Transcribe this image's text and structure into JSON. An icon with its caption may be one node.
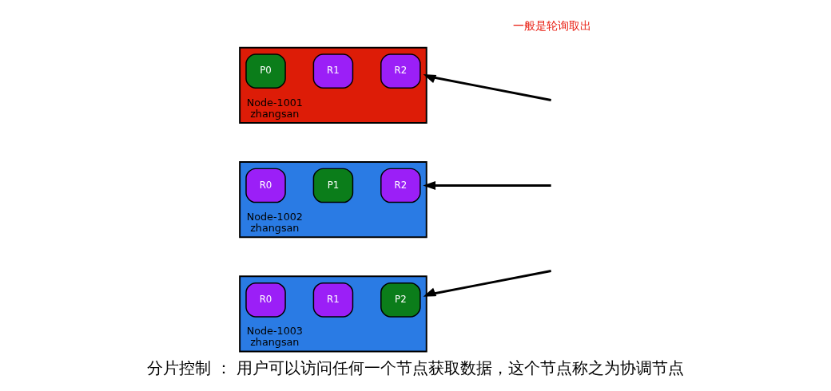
{
  "diagram": {
    "caption": "分片控制 ： 用户可以访问任何一个节点获取数据，这个节点称之为协调节点",
    "nodes": [
      {
        "text": [
          "Node-1001",
          "zhangsan"
        ]
      },
      {
        "text": [
          "P0"
        ],
        "in": 0
      },
      {
        "text": [
          "R1"
        ],
        "in": 0
      },
      {
        "text": [
          "R2"
        ],
        "in": 0
      },
      {
        "text": [
          "Node-1002",
          "zhangsan"
        ]
      },
      {
        "text": [
          "R0"
        ],
        "in": 4
      },
      {
        "text": [
          "P1"
        ],
        "in": 4
      },
      {
        "text": [
          "R2"
        ],
        "in": 4
      },
      {
        "text": [
          "Node-1003",
          "zhangsan"
        ]
      },
      {
        "text": [
          "R0"
        ],
        "in": 8
      },
      {
        "text": [
          "R1"
        ],
        "in": 8
      },
      {
        "text": [
          "P2"
        ],
        "in": 8
      }
    ],
    "edges": [
      {
        "from": null,
        "to": 0,
        "arrow": "to"
      },
      {
        "from": null,
        "to": 4,
        "arrow": "to"
      },
      {
        "from": null,
        "to": 8,
        "arrow": "to"
      }
    ],
    "labels": [
      "一般是轮询取出"
    ]
  }
}
